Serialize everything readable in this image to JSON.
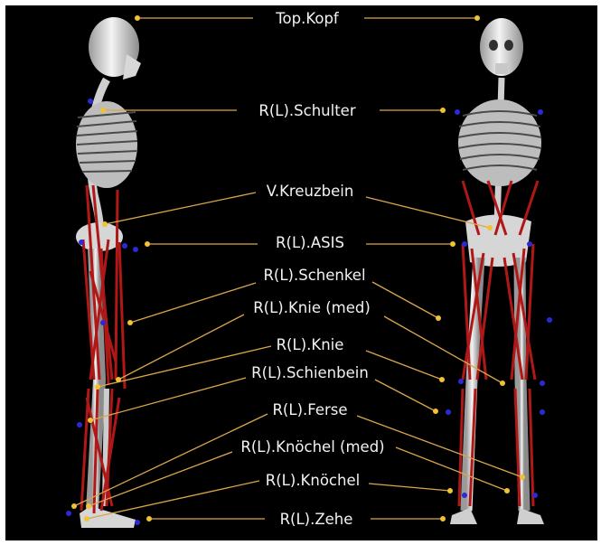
{
  "labels": [
    "Top.Kopf",
    "R(L).Schulter",
    "V.Kreuzbein",
    "R(L).ASIS",
    "R(L).Schenkel",
    "R(L).Knie (med)",
    "R(L).Knie",
    "R(L).Schienbein",
    "R(L).Ferse",
    "R(L).Knöchel (med)",
    "R(L).Knöchel",
    "R(L).Zehe"
  ],
  "colors": {
    "background": "#000000",
    "bone": "#e8e8e8",
    "muscle": "#b01818",
    "leader_line": "#d9a64a",
    "marker_yellow": "#f1c232",
    "marker_blue": "#2a2ad8",
    "label_text": "#f2f2f2"
  }
}
